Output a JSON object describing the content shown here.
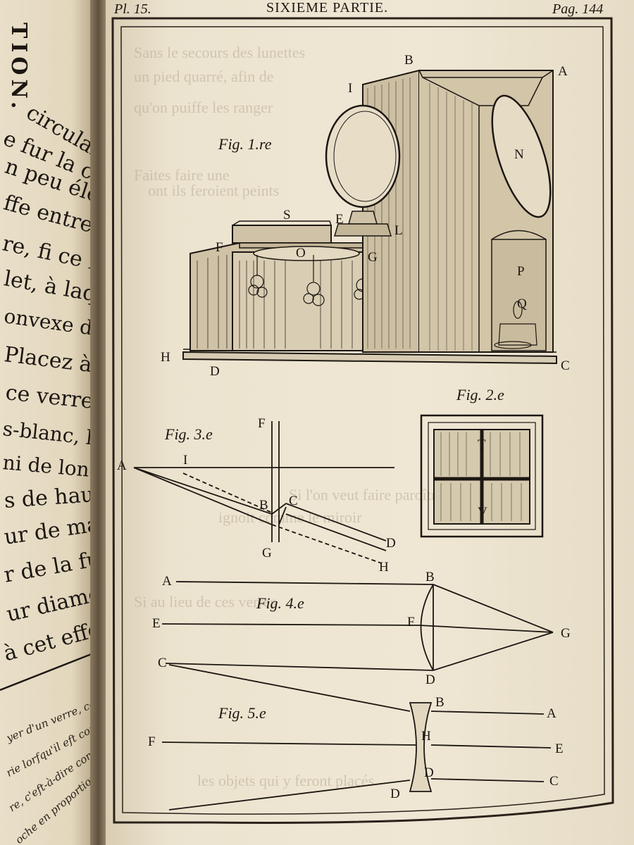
{
  "left_page": {
    "top_fragment": "TION.",
    "lines": [
      "circulaire au",
      "e fur la campa-",
      "n peu éloigné,",
      "ffe entrer au-",
      "re, fi ce n'eft",
      "let, à laquelle",
      "onvexe de trois",
      "Placez à cette",
      "ce verre, un",
      "s-blanc, lequel",
      "ni de longueur",
      "s de hauteur,",
      "ur de maniere",
      "r de la furface",
      "ur diametre le",
      "à cet effet fur"
    ],
    "footnote_lines": [
      "yer d'un verre, celle",
      "rie lorfqu'il eft con-",
      "re, c'eft-à-dire com-",
      "oche en proportion"
    ]
  },
  "header": {
    "plate": "Pl. 15.",
    "title": "SIXIEME PARTIE.",
    "page": "Pag. 144"
  },
  "figures": {
    "fig1": {
      "caption": "Fig. 1.re",
      "labels": [
        "A",
        "B",
        "C",
        "D",
        "E",
        "F",
        "G",
        "H",
        "I",
        "L",
        "N",
        "O",
        "P",
        "Q",
        "S"
      ]
    },
    "fig2": {
      "caption": "Fig. 2.e",
      "labels": [
        "T",
        "V"
      ]
    },
    "fig3": {
      "caption": "Fig. 3.e",
      "labels": [
        "A",
        "I",
        "F",
        "B",
        "C",
        "G",
        "D",
        "H"
      ]
    },
    "fig4": {
      "caption": "Fig. 4.e",
      "labels": [
        "A",
        "B",
        "E",
        "F",
        "G",
        "C",
        "D"
      ]
    },
    "fig5": {
      "caption": "Fig. 5.e",
      "labels": [
        "B",
        "A",
        "F",
        "H",
        "E",
        "D",
        "C",
        "D"
      ]
    }
  },
  "bleed_through_lines": [
    "Sans le secours des lunettes",
    "un pied quarré, afin de",
    "qu'on puiffe les ranger",
    "Faites faire une",
    "ont ils feroient peints",
    "Si l'on veut faire paroître",
    "ignoit comme le miroir",
    "Si au lieu de ces verres",
    "les objets qui y feront placés"
  ]
}
